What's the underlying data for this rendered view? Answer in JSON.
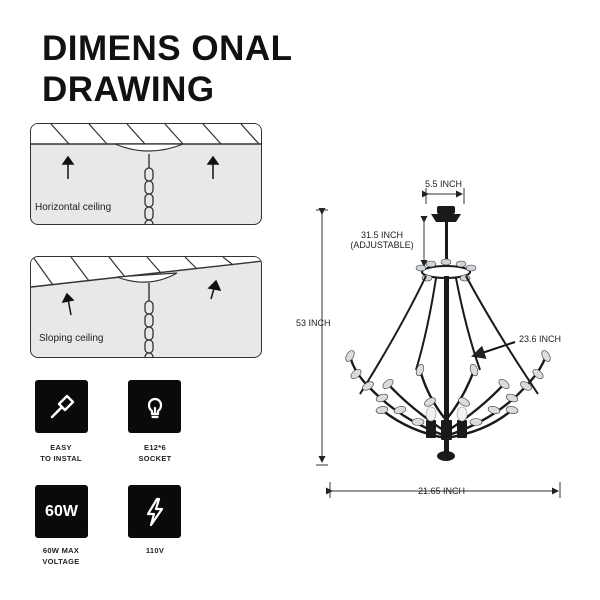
{
  "title": {
    "line1": "DIMENS ONAL",
    "line2": "DRAWING"
  },
  "ceiling_panels": [
    {
      "caption": "Horizontal ceiling"
    },
    {
      "caption": "Sloping ceiling"
    }
  ],
  "features": [
    {
      "icon": "screwdriver-icon",
      "label_line1": "EASY",
      "label_line2": "TO INSTAL"
    },
    {
      "icon": "light-bulb-icon",
      "label_line1": "E12*6",
      "label_line2": "SOCKET"
    },
    {
      "icon": "wattage-icon",
      "icon_text": "60W",
      "label_line1": "60W MAX",
      "label_line2": "VOLTAGE"
    },
    {
      "icon": "lightning-icon",
      "label_line1": "110V",
      "label_line2": ""
    }
  ],
  "dimensions": {
    "canopy_width": "5.5 INCH",
    "chain_length_line1": "31.5 INCH",
    "chain_length_line2": "(ADJUSTABLE)",
    "total_height": "53 INCH",
    "diameter_label": "23.6 INCH",
    "fixture_width": "21.65 INCH"
  },
  "colors": {
    "icon_background": "#0a0a0a",
    "panel_fill": "#e8e8e8",
    "line": "#333333"
  }
}
